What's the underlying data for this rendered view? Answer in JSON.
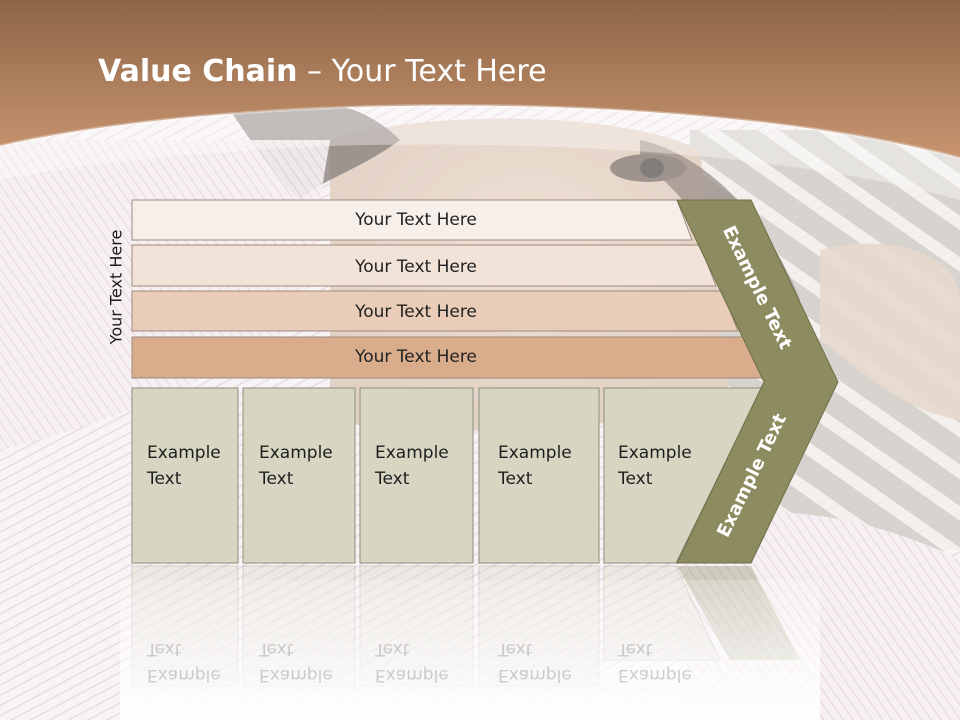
{
  "title": {
    "bold": "Value Chain",
    "rest": " – Your Text Here"
  },
  "vertical_label": "Your Text Here",
  "rows": [
    {
      "label": "Your Text Here",
      "fill": "#f6efea"
    },
    {
      "label": "Your Text Here",
      "fill": "#f1e3d8"
    },
    {
      "label": "Your Text Here",
      "fill": "#e9cdb8"
    },
    {
      "label": "Your Text Here",
      "fill": "#d9ac8c"
    }
  ],
  "cells": [
    {
      "line1": "Example",
      "line2": "Text"
    },
    {
      "line1": "Example",
      "line2": "Text"
    },
    {
      "line1": "Example",
      "line2": "Text"
    },
    {
      "line1": "Example",
      "line2": "Text"
    },
    {
      "line1": "Example",
      "line2": "Text"
    }
  ],
  "chevron": {
    "top_label": "Example Text",
    "bottom_label": "Example Text",
    "fill": "#8c8c60"
  },
  "colors": {
    "header": "#b98360",
    "cell_fill": "#d6d6c2",
    "cell_border": "#8e8e80"
  }
}
